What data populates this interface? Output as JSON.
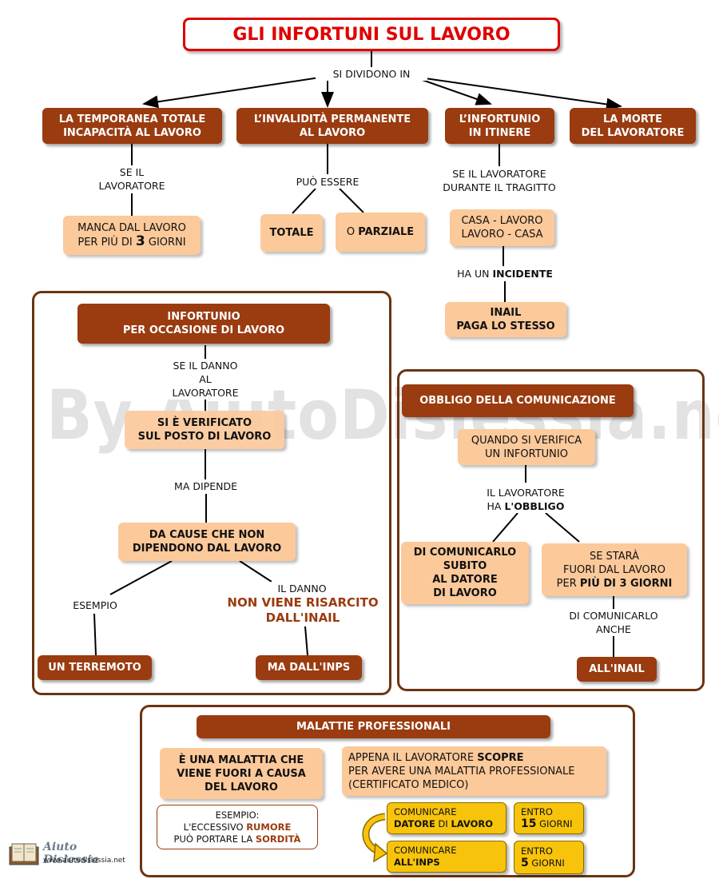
{
  "title": "GLI INFORTUNI SUL LAVORO",
  "divide_label": "SI DIVIDONO IN",
  "categories": {
    "temporanea": [
      "LA  TEMPORANEA TOTALE",
      "INCAPACITÀ AL LAVORO"
    ],
    "invalidita": [
      "L’INVALIDITÀ PERMANENTE",
      "AL LAVORO"
    ],
    "itinere": [
      "L’INFORTUNIO",
      "IN ITINERE"
    ],
    "morte": [
      "LA  MORTE",
      "DEL LAVORATORE"
    ]
  },
  "temporanea_branch": {
    "label": [
      "SE IL",
      "LAVORATORE"
    ],
    "box_line1": "MANCA DAL LAVORO",
    "box_line2_pre": "PER PIÙ DI ",
    "box_line2_num": "3",
    "box_line2_post": " GIORNI"
  },
  "invalidita_branch": {
    "label": "PUÒ ESSERE",
    "totale": "TOTALE",
    "parziale_pre": "O ",
    "parziale": "PARZIALE"
  },
  "itinere_branch": {
    "label": [
      "SE IL LAVORATORE",
      "DURANTE IL TRAGITTO"
    ],
    "route": [
      "CASA - LAVORO",
      "LAVORO - CASA"
    ],
    "incident_pre": "HA UN ",
    "incident": "INCIDENTE",
    "inail": [
      "INAIL",
      "PAGA LO STESSO"
    ]
  },
  "occasione": {
    "header": [
      "INFORTUNIO",
      "PER  OCCASIONE DI LAVORO"
    ],
    "label1": [
      "SE IL DANNO",
      "AL",
      "LAVORATORE"
    ],
    "box1": [
      "SI È VERIFICATO",
      "SUL POSTO DI LAVORO"
    ],
    "label2": "MA DIPENDE",
    "box2": [
      "DA CAUSE CHE NON",
      "DIPENDONO DAL LAVORO"
    ],
    "esempio_label": "ESEMPIO",
    "terremoto": "UN TERREMOTO",
    "danno_label": "IL DANNO",
    "non_risarcito": [
      "NON VIENE RISARCITO",
      "DALL'INAIL"
    ],
    "inps": "MA DALL'INPS"
  },
  "comunicazione": {
    "header": "OBBLIGO DELLA COMUNICAZIONE",
    "quando": [
      "QUANDO SI VERIFICA",
      "UN INFORTUNIO"
    ],
    "lavoratore_line1": "IL LAVORATORE",
    "lavoratore_line2_pre": "HA ",
    "lavoratore_line2_bold": "L'OBBLIGO",
    "subito": [
      "DI COMUNICARLO",
      "SUBITO",
      "AL DATORE",
      "DI LAVORO"
    ],
    "fuori_line1": "SE STARÀ",
    "fuori_line2": "FUORI DAL LAVORO",
    "fuori_line3_pre": "PER ",
    "fuori_line3_bold": "PIÙ DI 3 GIORNI",
    "anche": [
      "DI COMUNICARLO",
      "ANCHE"
    ],
    "inail": "ALL'INAIL"
  },
  "malattie": {
    "header": "MALATTIE PROFESSIONALI",
    "definizione": [
      "È UNA MALATTIA CHE",
      "VIENE FUORI A CAUSA",
      "DEL LAVORO"
    ],
    "esempio_line1": "ESEMPIO:",
    "esempio_line2_pre": "L'ECCESSIVO ",
    "esempio_line2_bold": "RUMORE",
    "esempio_line3_pre": "PUÒ PORTARE LA ",
    "esempio_line3_bold": "SORDITÀ",
    "appena_line1_pre": "APPENA IL LAVORATORE ",
    "appena_line1_bold": "SCOPRE",
    "appena_line2": "PER AVERE UNA MALATTIA PROFESSIONALE",
    "appena_line3": "(CERTIFICATO MEDICO)",
    "com1_line1": "COMUNICARE",
    "com1_line2_b1": "DATORE",
    "com1_line2_mid": " DI ",
    "com1_line2_b2": "LAVORO",
    "entro1_line1": "ENTRO",
    "entro1_num": "15",
    "entro1_unit": " GIORNI",
    "com2_line1": "COMUNICARE",
    "com2_line2": "ALL'INPS",
    "entro2_line1": "ENTRO",
    "entro2_num": "5",
    "entro2_unit": " GIORNI"
  },
  "watermark": "By AiutoDislessia.net",
  "logo": {
    "name": "Aiuto Dislessia",
    "url": "www.aiutodislessia.net"
  },
  "colors": {
    "brown": "#9a3b10",
    "peach": "#fcc99a",
    "gold": "#f7c40b",
    "title_red": "#e00000",
    "panel_border": "#6b3410"
  }
}
